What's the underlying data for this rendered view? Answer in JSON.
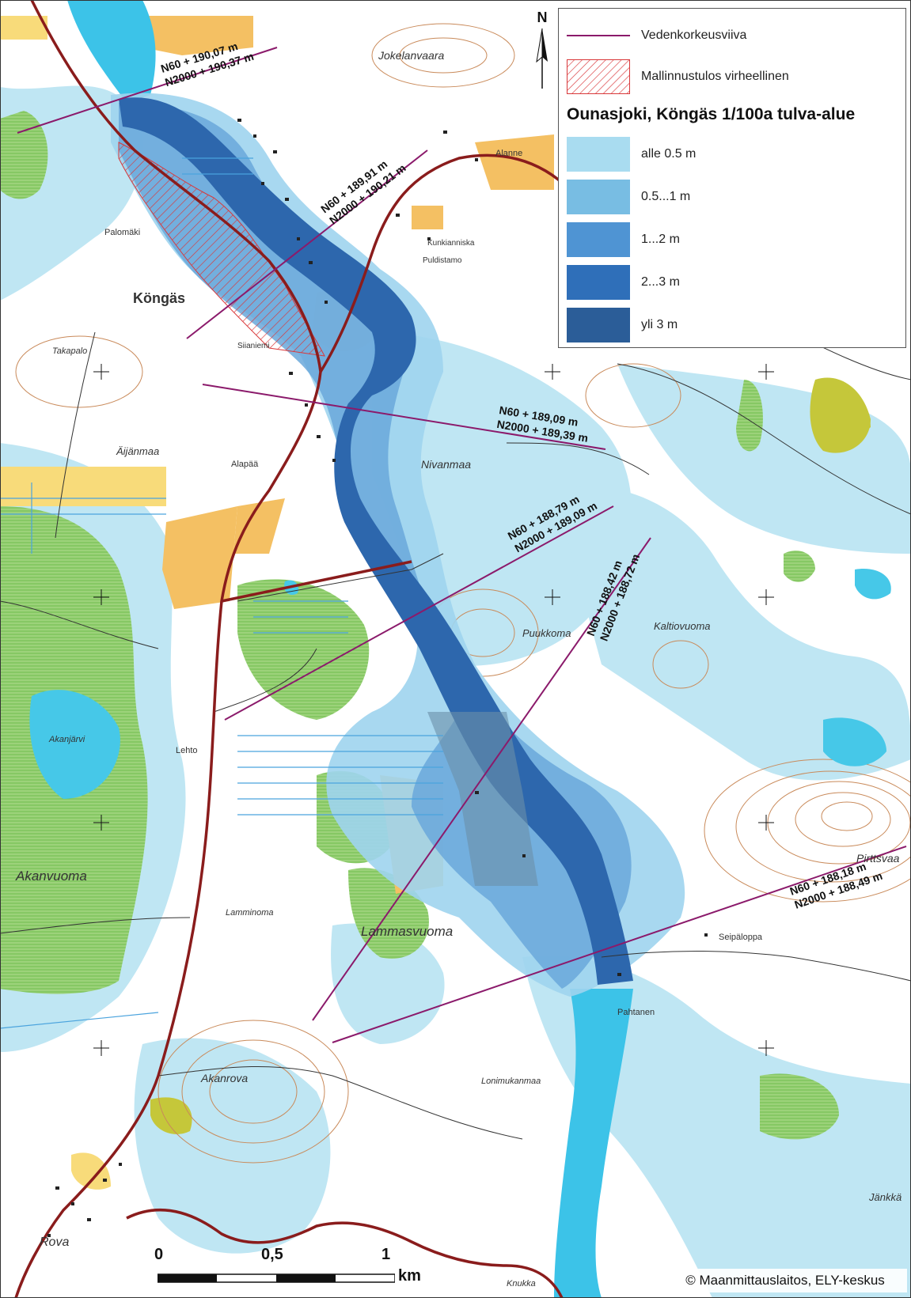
{
  "legend": {
    "line_label": "Vedenkorkeusviiva",
    "error_label": "Mallinnustulos virheellinen",
    "title": "Ounasjoki, Köngäs 1/100a tulva-alue",
    "classes": [
      {
        "label": "alle 0.5 m",
        "color": "#a9dcf0"
      },
      {
        "label": "0.5...1 m",
        "color": "#78bde3"
      },
      {
        "label": "1...2 m",
        "color": "#4f94d3"
      },
      {
        "label": "2...3 m",
        "color": "#2f6fb9"
      },
      {
        "label": "yli 3 m",
        "color": "#2b5d98"
      }
    ],
    "line_color": "#8b1a6b",
    "error_color": "#d9383a"
  },
  "north_label": "N",
  "scale": {
    "labels": [
      "0",
      "0,5",
      "1"
    ],
    "unit": "km"
  },
  "copyright": "© Maanmittauslaitos, ELY-keskus",
  "water_levels": [
    {
      "n60": "N60 + 190,07 m",
      "n2000": "N2000 + 190,37 m"
    },
    {
      "n60": "N60 + 189,91 m",
      "n2000": "N2000 + 190,21 m"
    },
    {
      "n60": "N60 + 189,09 m",
      "n2000": "N2000 + 189,39 m"
    },
    {
      "n60": "N60 + 188,79 m",
      "n2000": "N2000 + 189,09 m"
    },
    {
      "n60": "N60 + 188,42 m",
      "n2000": "N2000 + 188,72 m"
    },
    {
      "n60": "N60 + 188,18 m",
      "n2000": "N2000 + 188,49 m"
    }
  ],
  "places": {
    "jokelanvaara": "Jokelanvaara",
    "kongas": "Köngäs",
    "palomaki": "Palomäki",
    "takapalo": "Takapalo",
    "aijanmaa": "Äijänmaa",
    "alapaa": "Alapää",
    "nivanmaa": "Nivanmaa",
    "puukkoma": "Puukkoma",
    "kaltiovuoma": "Kaltiovuoma",
    "lehto": "Lehto",
    "akanvuoma": "Akanvuoma",
    "lamminoma": "Lamminoma",
    "lammasvuoma": "Lammasvuoma",
    "akanrova": "Akanrova",
    "lonimukanmaa": "Lonimukanmaa",
    "rova": "Rova",
    "pahtanen": "Pahtanen",
    "seipalorpa": "Seipäloppa",
    "knukka": "Knukka",
    "jankka": "Jänkkä",
    "alanne": "Alanne",
    "kunkianniska": "Kunkianniska",
    "puldistamo": "Puldistamo",
    "rinvsvaara": "Pirttsvaa",
    "sianiemi": "Siianiemi",
    "akanjarvi": "Akanjärvi"
  }
}
